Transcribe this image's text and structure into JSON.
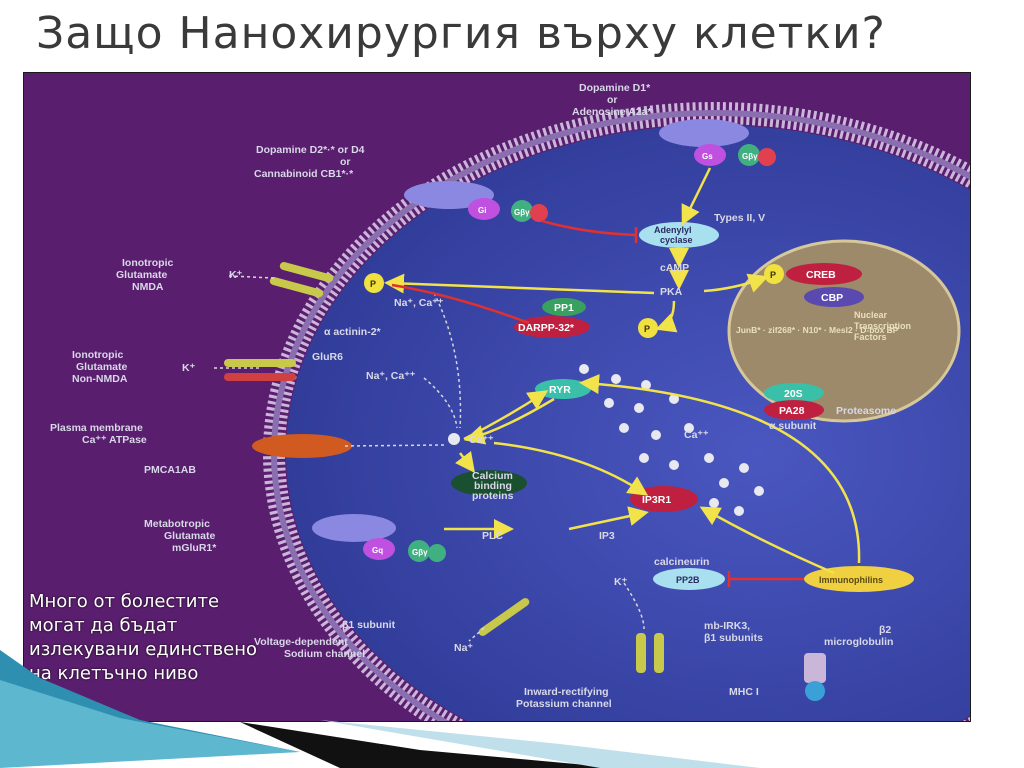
{
  "slide": {
    "title": "Защо Нанохирургия върху клетки?",
    "caption_lines": [
      "Много от болестите",
      "могат да бъдат",
      "излекувани единствено",
      "на клетъчно ниво"
    ]
  },
  "colors": {
    "background": "#5a1e6e",
    "cytoplasm": "#3b46a8",
    "nucleus": "#9c8a6a",
    "arrow": "#f2e34a",
    "inhibit": "#e03030"
  },
  "diagram": {
    "labels": {
      "dopamine_d1": "Dopamine D1*",
      "or_1": "or",
      "adenosine_a2a": "Adenosine A2a*",
      "dopamine_d2": "Dopamine D2*·* or D4",
      "or_2": "or",
      "cannabinoid_cb1": "Cannabinoid CB1*·*",
      "ionotropic_nmda_1": "Ionotropic",
      "ionotropic_nmda_2": "Glutamate",
      "ionotropic_nmda_3": "NMDA",
      "k_plus_1": "K⁺",
      "na_ca_1": "Na⁺, Ca⁺⁺",
      "actinin": "α actinin-2*",
      "ionotropic_non_1": "Ionotropic",
      "ionotropic_non_2": "Glutamate",
      "ionotropic_non_3": "Non-NMDA",
      "k_plus_2": "K⁺",
      "glur6": "GluR6",
      "na_ca_2": "Na⁺, Ca⁺⁺",
      "pmca_1": "Plasma membrane",
      "pmca_2": "Ca⁺⁺ ATPase",
      "pmca1ab": "PMCA1AB",
      "ca_center": "Ca⁺⁺",
      "calcium_binding_1": "Calcium",
      "calcium_binding_2": "binding",
      "calcium_binding_3": "proteins",
      "metabotropic_1": "Metabotropic",
      "metabotropic_2": "Glutamate",
      "metabotropic_3": "mGluR1*",
      "plc": "PLC",
      "ip3": "IP3",
      "beta_subunit": "β1 subunit",
      "voltage_1": "Voltage-dependent",
      "voltage_2": "Sodium channel",
      "na_plus": "Na⁺",
      "k_plus_3": "K⁺",
      "inward_1": "Inward-rectifying",
      "inward_2": "Potassium channel",
      "mb_irk3_1": "mb-IRK3,",
      "mb_irk3_2": "β1 subunits",
      "b2": "β2",
      "microglobulin": "microglobulin",
      "mhc": "MHC I",
      "calcineurin": "calcineurin",
      "pp2b": "PP2B",
      "immunophilins": "Immunophilins",
      "types": "Types II, V",
      "adenylyl_1": "Adenylyl",
      "adenylyl_2": "cyclase",
      "camp": "cAMP",
      "pka": "PKA",
      "pp1": "PP1",
      "darpp": "DARPP-32*",
      "p_1": "P",
      "p_2": "P",
      "p_3": "P",
      "creb": "CREB",
      "cbp": "CBP",
      "nuclear_factors": "JunB* · zif268* · N10* · Mesl2 · D-box BP",
      "nuclear_1": "Nuclear",
      "nuclear_2": "Transcription",
      "nuclear_3": "Factors",
      "rs20": "20S",
      "pa28": "PA28",
      "proteasome": "Proteasome",
      "alpha_subunit": "α subunit",
      "ryr": "RYR",
      "ca_cluster": "Ca⁺⁺",
      "ip3r1": "IP3R1",
      "gs": "Gs",
      "gbg_1": "Gβγ",
      "gi": "Gi",
      "gbg_2": "Gβγ",
      "gq": "Gq",
      "gbg_3": "Gβγ"
    }
  }
}
